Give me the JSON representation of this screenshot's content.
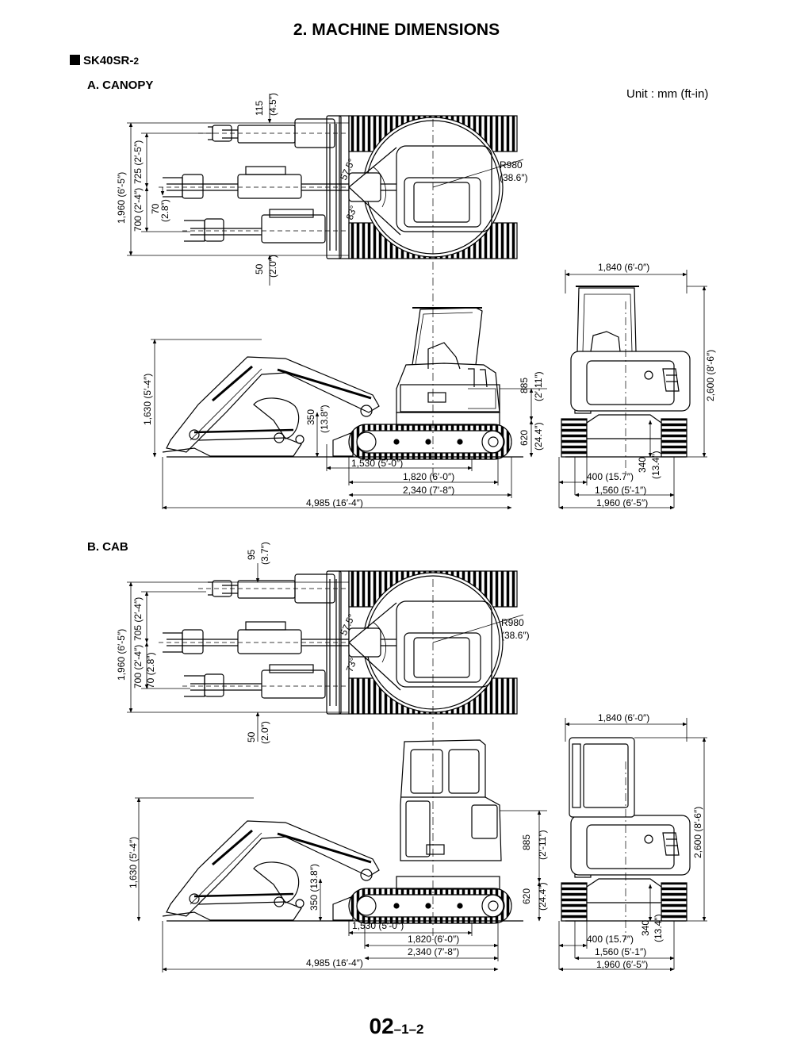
{
  "header": {
    "title": "2.  MACHINE DIMENSIONS",
    "model_main": "SK40SR-",
    "model_sub": "2",
    "unit": "Unit : mm (ft-in)"
  },
  "sections": [
    {
      "label": "A. CANOPY",
      "plan": {
        "top_offset": "115",
        "top_offset_ft": "(4.5″)",
        "overall_width": "1,960 (6′-5″)",
        "offset_a": "725 (2′-5″)",
        "offset_b": "700 (2′-4″)",
        "offset_c": "70",
        "offset_c_ft": "(2.8″)",
        "bottom_offset": "50",
        "bottom_offset_ft": "(2.0″)",
        "swing_radius": "R980",
        "swing_radius_ft": "(38.6″)",
        "angle_1": "57.5°",
        "angle_2": "83°"
      },
      "side": {
        "dig_depth": "1,630 (5′-4″)",
        "blade_height": "350",
        "blade_height_ft": "(13.8″)",
        "counterweight_clear": "885",
        "counterweight_clear_ft": "(2′-11″)",
        "track_height": "620",
        "track_height_ft": "(24.4″)",
        "tumbler_dist": "1,530 (5′-0″)",
        "track_length": "1,820 (6′-0″)",
        "ground_length": "2,340 (7′-8″)",
        "overall_length": "4,985 (16′-4″)"
      },
      "front": {
        "canopy_width": "1,840 (6′-0″)",
        "overall_height": "2,600 (8′-6″)",
        "shoe_width": "400 (15.7″)",
        "ground_clear": "340",
        "ground_clear_ft": "(13.4″)",
        "track_gauge": "1,560 (5′-1″)",
        "overall_width": "1,960 (6′-5″)"
      }
    },
    {
      "label": "B. CAB",
      "plan": {
        "top_offset": "95",
        "top_offset_ft": "(3.7″)",
        "overall_width": "1,960 (6′-5″)",
        "offset_a": "705 (2′-4″)",
        "offset_b": "700 (2′-4″)",
        "offset_c": "70 (2.8″)",
        "bottom_offset": "50",
        "bottom_offset_ft": "(2.0″)",
        "swing_radius": "R980",
        "swing_radius_ft": "(38.6″)",
        "angle_1": "57.5°",
        "angle_2": "73°"
      },
      "side": {
        "dig_depth": "1,630 (5′-4″)",
        "blade_height": "350 (13.8″)",
        "counterweight_clear": "885",
        "counterweight_clear_ft": "(2′-11″)",
        "track_height": "620",
        "track_height_ft": "(24.4″)",
        "tumbler_dist": "1,530 (5′-0″)",
        "track_length": "1,820 (6′-0″)",
        "ground_length": "2,340 (7′-8″)",
        "overall_length": "4,985 (16′-4″)"
      },
      "front": {
        "canopy_width": "1,840 (6′-0″)",
        "overall_height": "2,600 (8′-6″)",
        "shoe_width": "400 (15.7″)",
        "ground_clear": "340",
        "ground_clear_ft": "(13.4″)",
        "track_gauge": "1,560 (5′-1″)",
        "overall_width": "1,960 (6′-5″)"
      }
    }
  ],
  "footer": {
    "page_main": "02",
    "page_sub": "–1–2"
  }
}
